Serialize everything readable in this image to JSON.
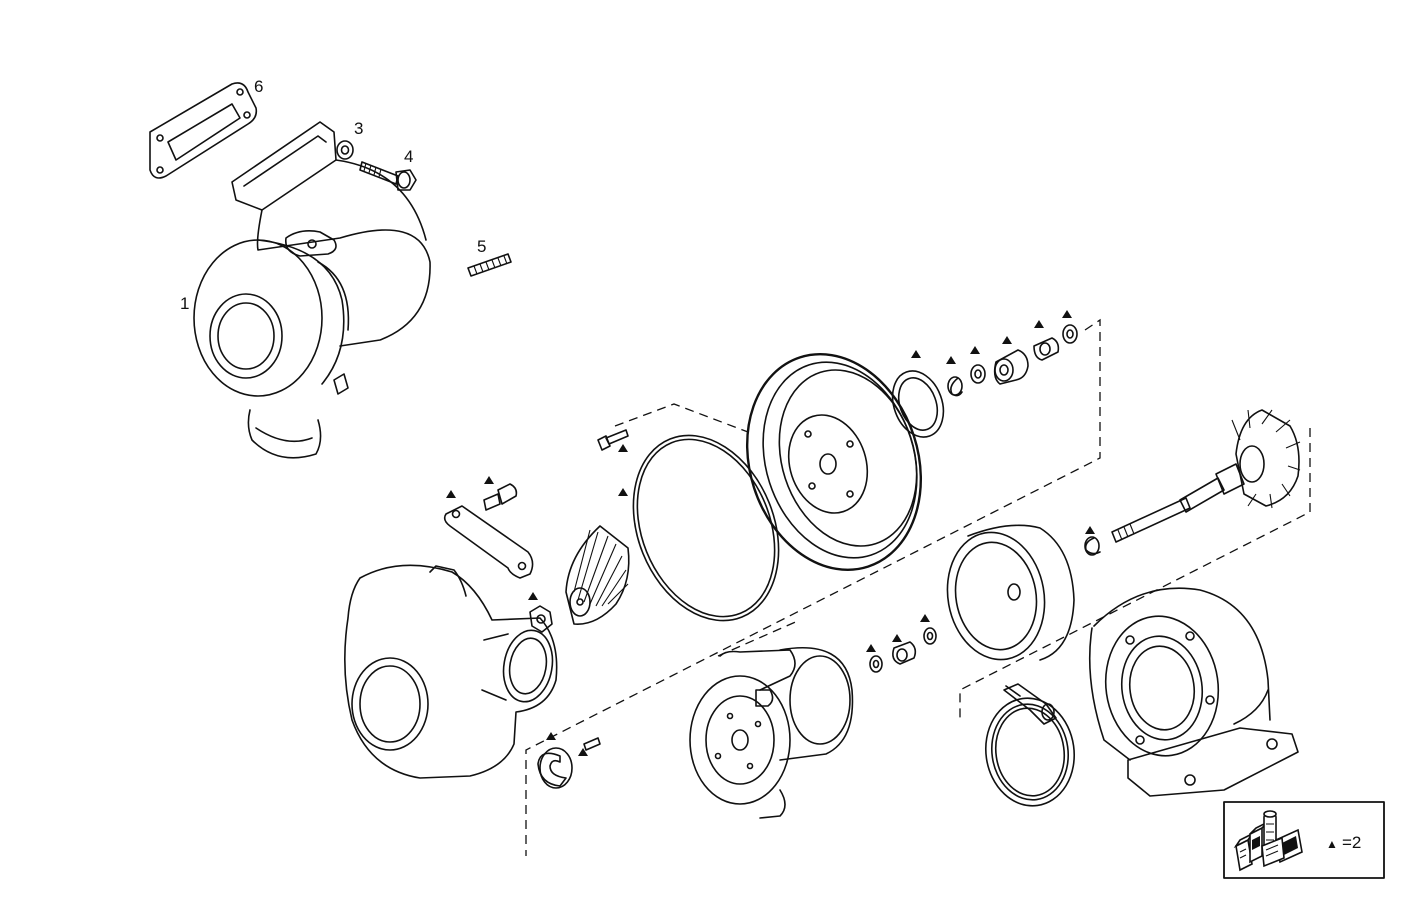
{
  "diagram": {
    "callouts": [
      "1",
      "3",
      "4",
      "5",
      "6"
    ],
    "legend": {
      "icon": "kit-boxes-icon",
      "marker": "▲",
      "text": "=2"
    }
  }
}
